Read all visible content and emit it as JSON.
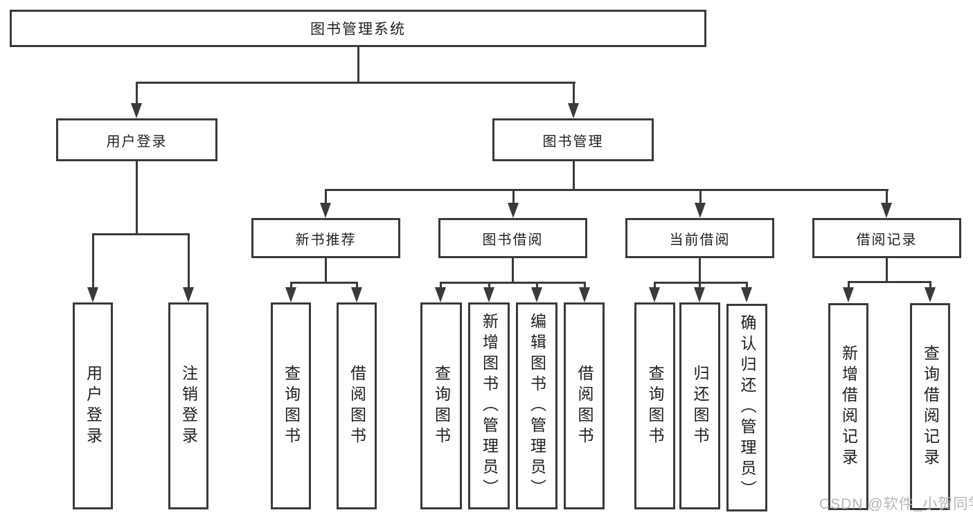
{
  "diagram_type": "tree",
  "root": {
    "label": "图书管理系统"
  },
  "branches": [
    {
      "label": "用户登录",
      "children": [
        {
          "label": "用户登录"
        },
        {
          "label": "注销登录"
        }
      ]
    },
    {
      "label": "图书管理",
      "children": [
        {
          "label": "新书推荐",
          "children": [
            {
              "label": "查询图书"
            },
            {
              "label": "借阅图书"
            }
          ]
        },
        {
          "label": "图书借阅",
          "children": [
            {
              "label": "查询图书"
            },
            {
              "label": "新增图书（管理员）"
            },
            {
              "label": "编辑图书（管理员）"
            },
            {
              "label": "借阅图书"
            }
          ]
        },
        {
          "label": "当前借阅",
          "children": [
            {
              "label": "查询图书"
            },
            {
              "label": "归还图书"
            },
            {
              "label": "确认归还（管理员）"
            }
          ]
        },
        {
          "label": "借阅记录",
          "children": [
            {
              "label": "新增借阅记录"
            },
            {
              "label": "查询借阅记录"
            }
          ]
        }
      ]
    }
  ],
  "watermark": {
    "text": "CSDN @软件_小贺同学"
  },
  "colors": {
    "line": "#3a3a3a",
    "box_border": "#3a3a3a",
    "box_fill": "#ffffff",
    "text": "#1f1f1f",
    "watermark": "#b6b6b6",
    "background": "#ffffff"
  }
}
